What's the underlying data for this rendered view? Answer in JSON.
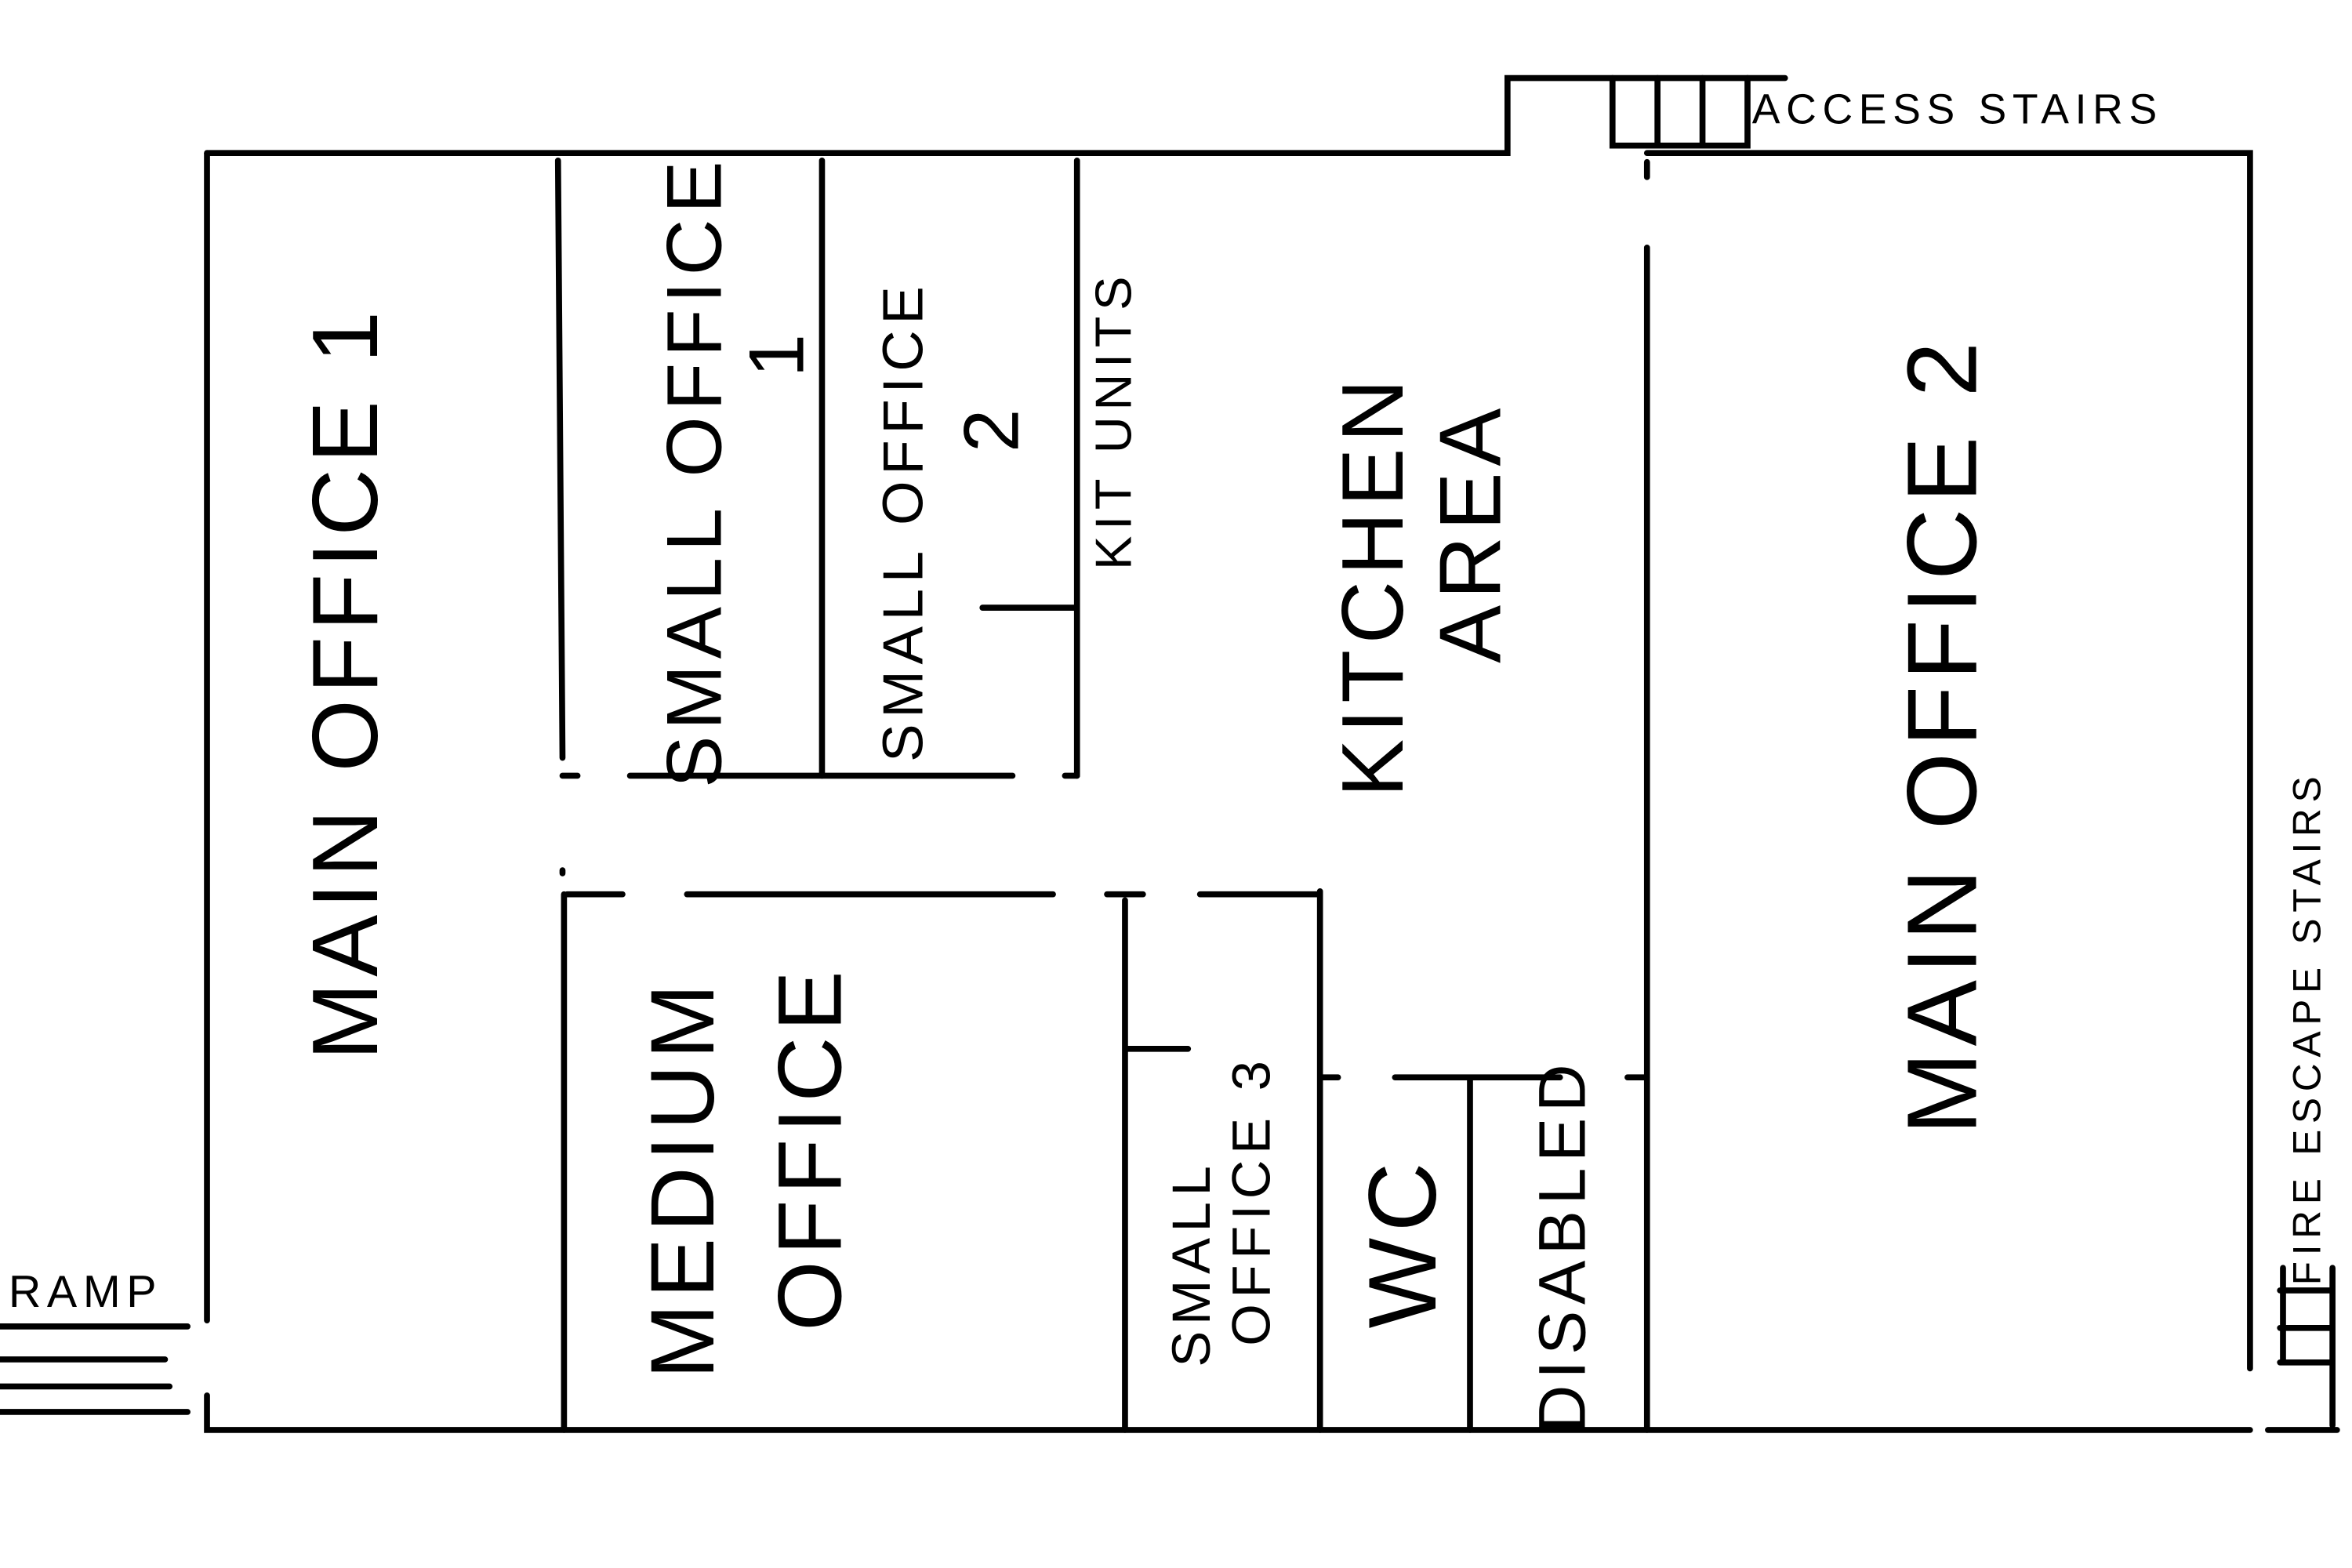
{
  "title": "Office floor plan sketch",
  "rooms": {
    "main_office_1": "MAIN OFFICE 1",
    "small_office_1": {
      "line1": "SMALL OFFICE",
      "line2": "1"
    },
    "small_office_2": {
      "line1": "SMALL OFFICE",
      "line2": "2"
    },
    "kit_units": "KIT UNITS",
    "kitchen_area": {
      "line1": "KITCHEN",
      "line2": "AREA"
    },
    "main_office_2": "MAIN OFFICE 2",
    "medium_office": {
      "line1": "MEDIUM",
      "line2": "OFFICE"
    },
    "small_office_3": {
      "line1": "SMALL",
      "line2": "OFFICE 3"
    },
    "wc": "WC",
    "disabled": "DISABLED"
  },
  "features": {
    "access_stairs": "ACCESS STAIRS",
    "fire_escape_stairs": "FIRE ESCAPE STAIRS",
    "ramp": "RAMP"
  }
}
